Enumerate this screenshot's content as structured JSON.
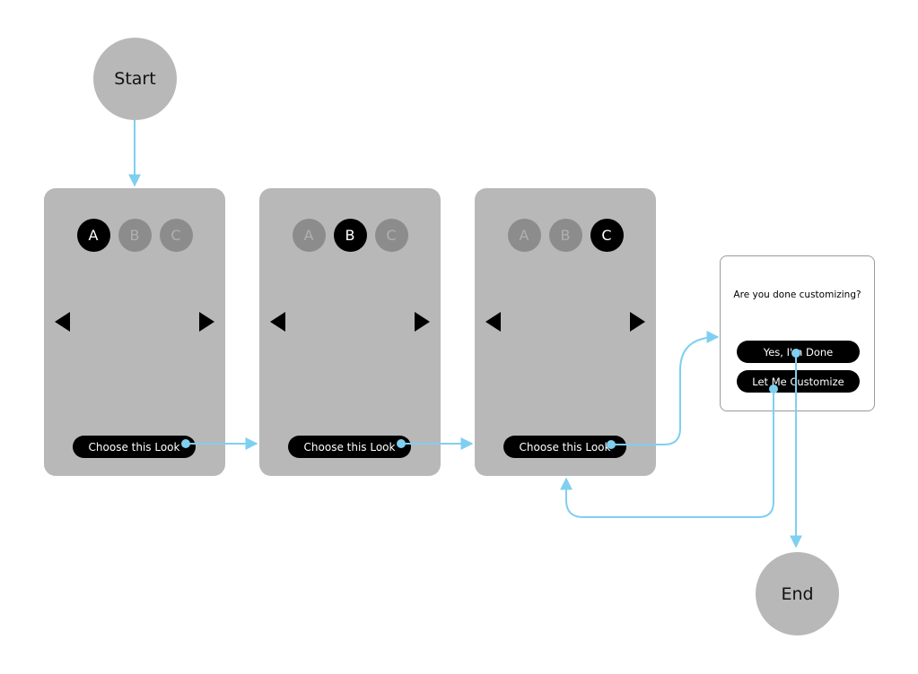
{
  "flow": {
    "start_label": "Start",
    "end_label": "End",
    "screens": [
      {
        "tabs": [
          "A",
          "B",
          "C"
        ],
        "active_tab": 0,
        "button_label": "Choose this Look"
      },
      {
        "tabs": [
          "A",
          "B",
          "C"
        ],
        "active_tab": 1,
        "button_label": "Choose this Look"
      },
      {
        "tabs": [
          "A",
          "B",
          "C"
        ],
        "active_tab": 2,
        "button_label": "Choose this Look"
      }
    ],
    "dialog": {
      "question": "Are you done customizing?",
      "yes_label": "Yes, I'm Done",
      "customize_label": "Let Me Customize"
    }
  },
  "colors": {
    "connector": "#7fcff0",
    "screen": "#b8b8b8",
    "tab_inactive": "#8c8c8c",
    "tab_active": "#000000"
  }
}
